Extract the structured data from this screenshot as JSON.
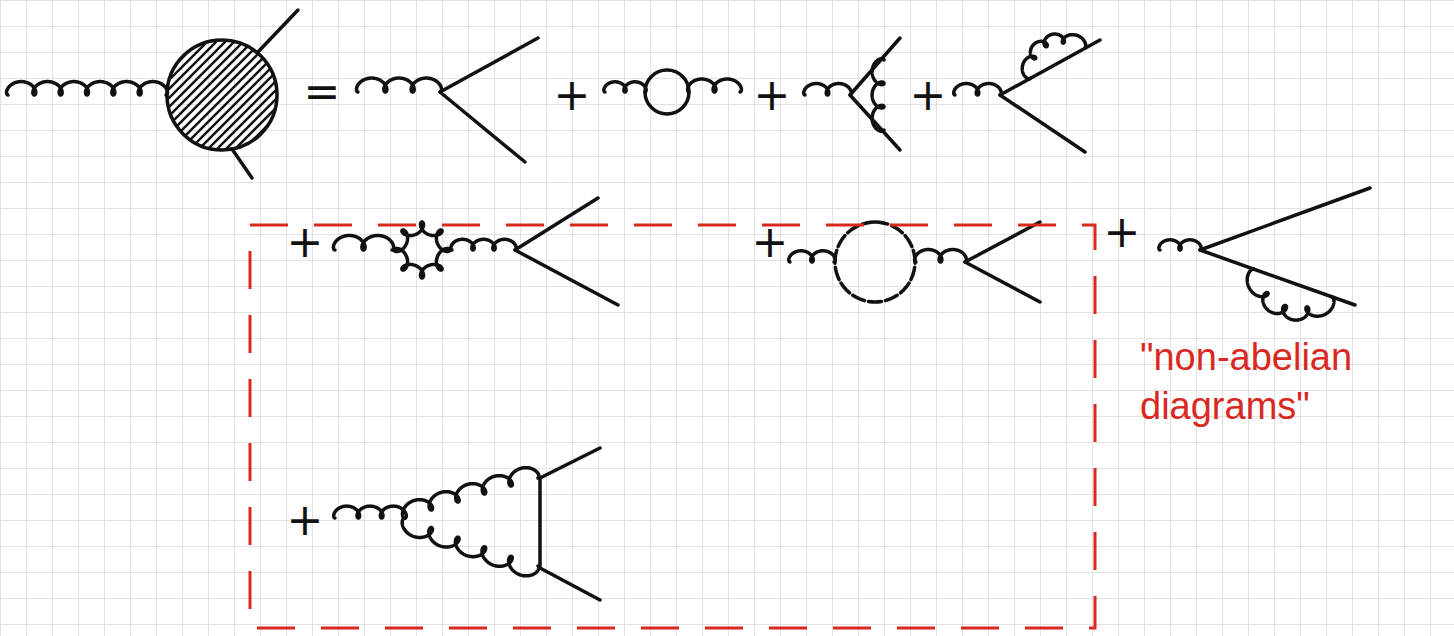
{
  "diagram": {
    "nodes": [
      {
        "text": [
          "\"non-abelian diagrams\""
        ]
      }
    ],
    "labels": [
      "=",
      "+",
      "+",
      "+",
      "+",
      "+",
      "+",
      "+"
    ]
  }
}
